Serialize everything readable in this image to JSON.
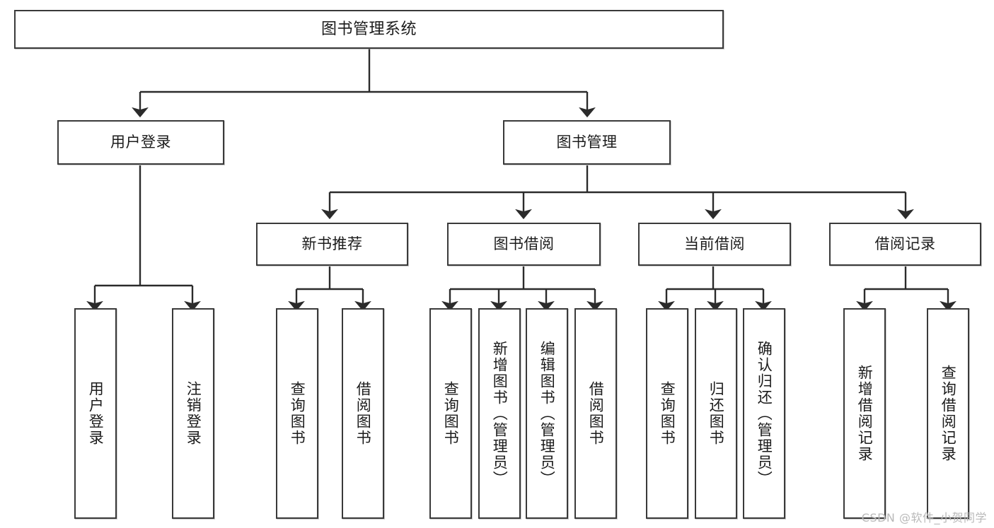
{
  "diagram": {
    "type": "tree",
    "title": "图书管理系统",
    "watermark": "CSDN @软件_小贺同学",
    "colors": {
      "node_border": "#3a3a3a",
      "node_fill": "#ffffff",
      "edge": "#2b2b2b",
      "text": "#1b1b1b",
      "watermark": "#b9b9b9",
      "background": "#ffffff"
    },
    "levels": {
      "root": {
        "label": "图书管理系统"
      },
      "level2": [
        {
          "id": "user-login",
          "label": "用户登录"
        },
        {
          "id": "book-manage",
          "label": "图书管理"
        }
      ],
      "level3": [
        {
          "id": "new-book-recommend",
          "label": "新书推荐",
          "parent": "book-manage"
        },
        {
          "id": "book-borrow",
          "label": "图书借阅",
          "parent": "book-manage"
        },
        {
          "id": "current-borrow",
          "label": "当前借阅",
          "parent": "book-manage"
        },
        {
          "id": "borrow-record",
          "label": "借阅记录",
          "parent": "book-manage"
        }
      ],
      "leaves": [
        {
          "id": "leaf-user-login",
          "label": "用户登录",
          "parent": "user-login"
        },
        {
          "id": "leaf-user-logout",
          "label": "注销登录",
          "parent": "user-login"
        },
        {
          "id": "leaf-query-book-1",
          "label": "查询图书",
          "parent": "new-book-recommend"
        },
        {
          "id": "leaf-borrow-book-1",
          "label": "借阅图书",
          "parent": "new-book-recommend"
        },
        {
          "id": "leaf-query-book-2",
          "label": "查询图书",
          "parent": "book-borrow"
        },
        {
          "id": "leaf-add-book",
          "label": "新增图书（管理员）",
          "parent": "book-borrow"
        },
        {
          "id": "leaf-edit-book",
          "label": "编辑图书（管理员）",
          "parent": "book-borrow"
        },
        {
          "id": "leaf-borrow-book-2",
          "label": "借阅图书",
          "parent": "book-borrow"
        },
        {
          "id": "leaf-query-book-3",
          "label": "查询图书",
          "parent": "current-borrow"
        },
        {
          "id": "leaf-return-book",
          "label": "归还图书",
          "parent": "current-borrow"
        },
        {
          "id": "leaf-confirm-return",
          "label": "确认归还（管理员）",
          "parent": "current-borrow"
        },
        {
          "id": "leaf-add-record",
          "label": "新增借阅记录",
          "parent": "borrow-record"
        },
        {
          "id": "leaf-query-record",
          "label": "查询借阅记录",
          "parent": "borrow-record"
        }
      ]
    }
  }
}
